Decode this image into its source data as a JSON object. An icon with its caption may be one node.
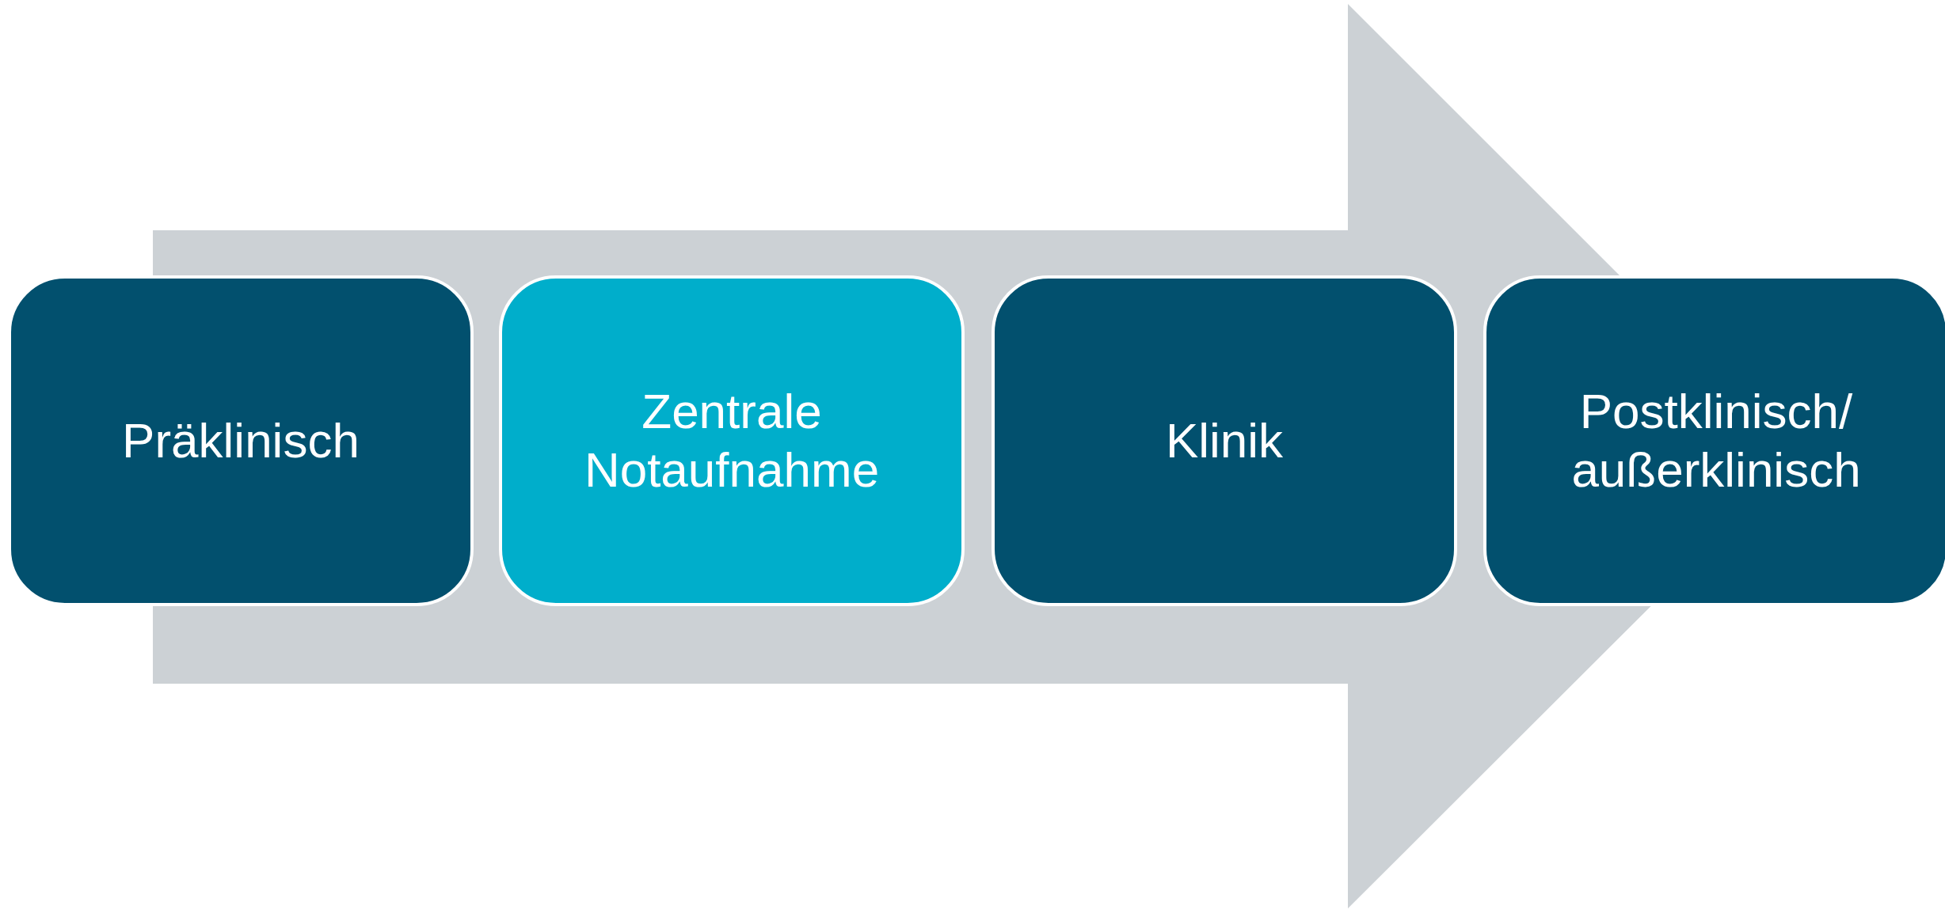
{
  "diagram": {
    "nodes": [
      {
        "text": [
          "Präklinisch"
        ]
      },
      {
        "text": [
          "Zentrale Notaufnahme"
        ]
      },
      {
        "text": [
          "Klinik"
        ]
      },
      {
        "text": [
          "Postklinisch/ außerklinisch"
        ]
      }
    ],
    "edges": [
      {
        "from": 0,
        "to": 3,
        "arrow": "to",
        "style": "thick",
        "color": "#ccd1d5"
      }
    ]
  }
}
